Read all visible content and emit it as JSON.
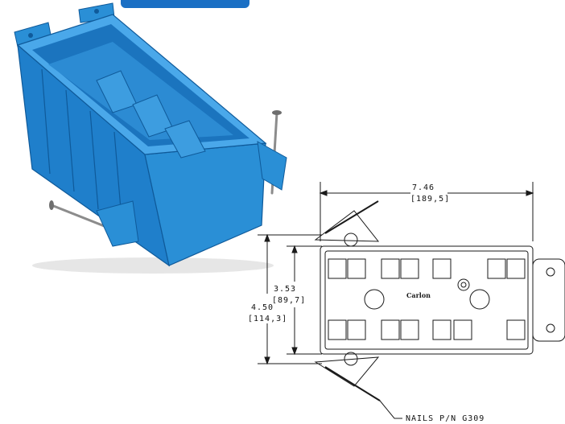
{
  "dimensions": {
    "length_in": "7.46",
    "length_mm": "[189,5]",
    "inner_height_in": "3.53",
    "inner_height_mm": "[89,7]",
    "overall_height_in": "4.50",
    "overall_height_mm": "[114,3]"
  },
  "callout": {
    "nails": "NAILS P/N G309"
  },
  "brand": {
    "mark": "Carlon"
  },
  "colors": {
    "box_blue": "#2a8fd6",
    "box_dark": "#1566a8",
    "line": "#1a1a1a"
  }
}
